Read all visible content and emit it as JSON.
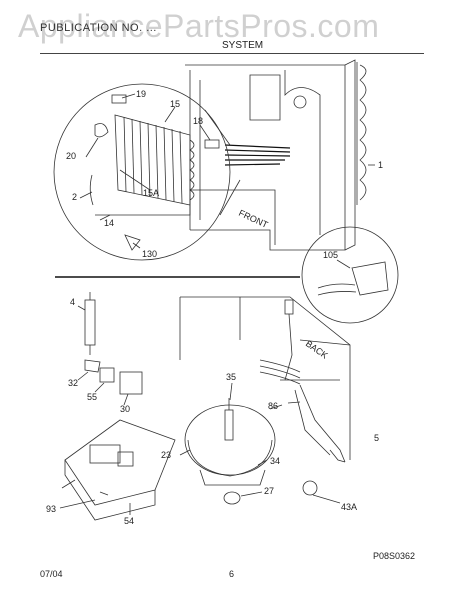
{
  "watermark": "AppliancePartsPros.com",
  "header": {
    "title": "PUBLICATION NO. ...",
    "section": "SYSTEM"
  },
  "footer": {
    "date": "07/04",
    "page": "6"
  },
  "diagram_code": "P08S0362",
  "labels": {
    "front": "FRONT",
    "back": "BACK"
  },
  "parts": {
    "p1": "1",
    "p2": "2",
    "p4": "4",
    "p5": "5",
    "p14": "14",
    "p15": "15",
    "p15a": "15A",
    "p18": "18",
    "p19": "19",
    "p20": "20",
    "p23": "23",
    "p27": "27",
    "p30": "30",
    "p32": "32",
    "p34": "34",
    "p35": "35",
    "p43a": "43A",
    "p54": "54",
    "p55": "55",
    "p86": "86",
    "p93": "93",
    "p105": "105",
    "p130": "130"
  }
}
